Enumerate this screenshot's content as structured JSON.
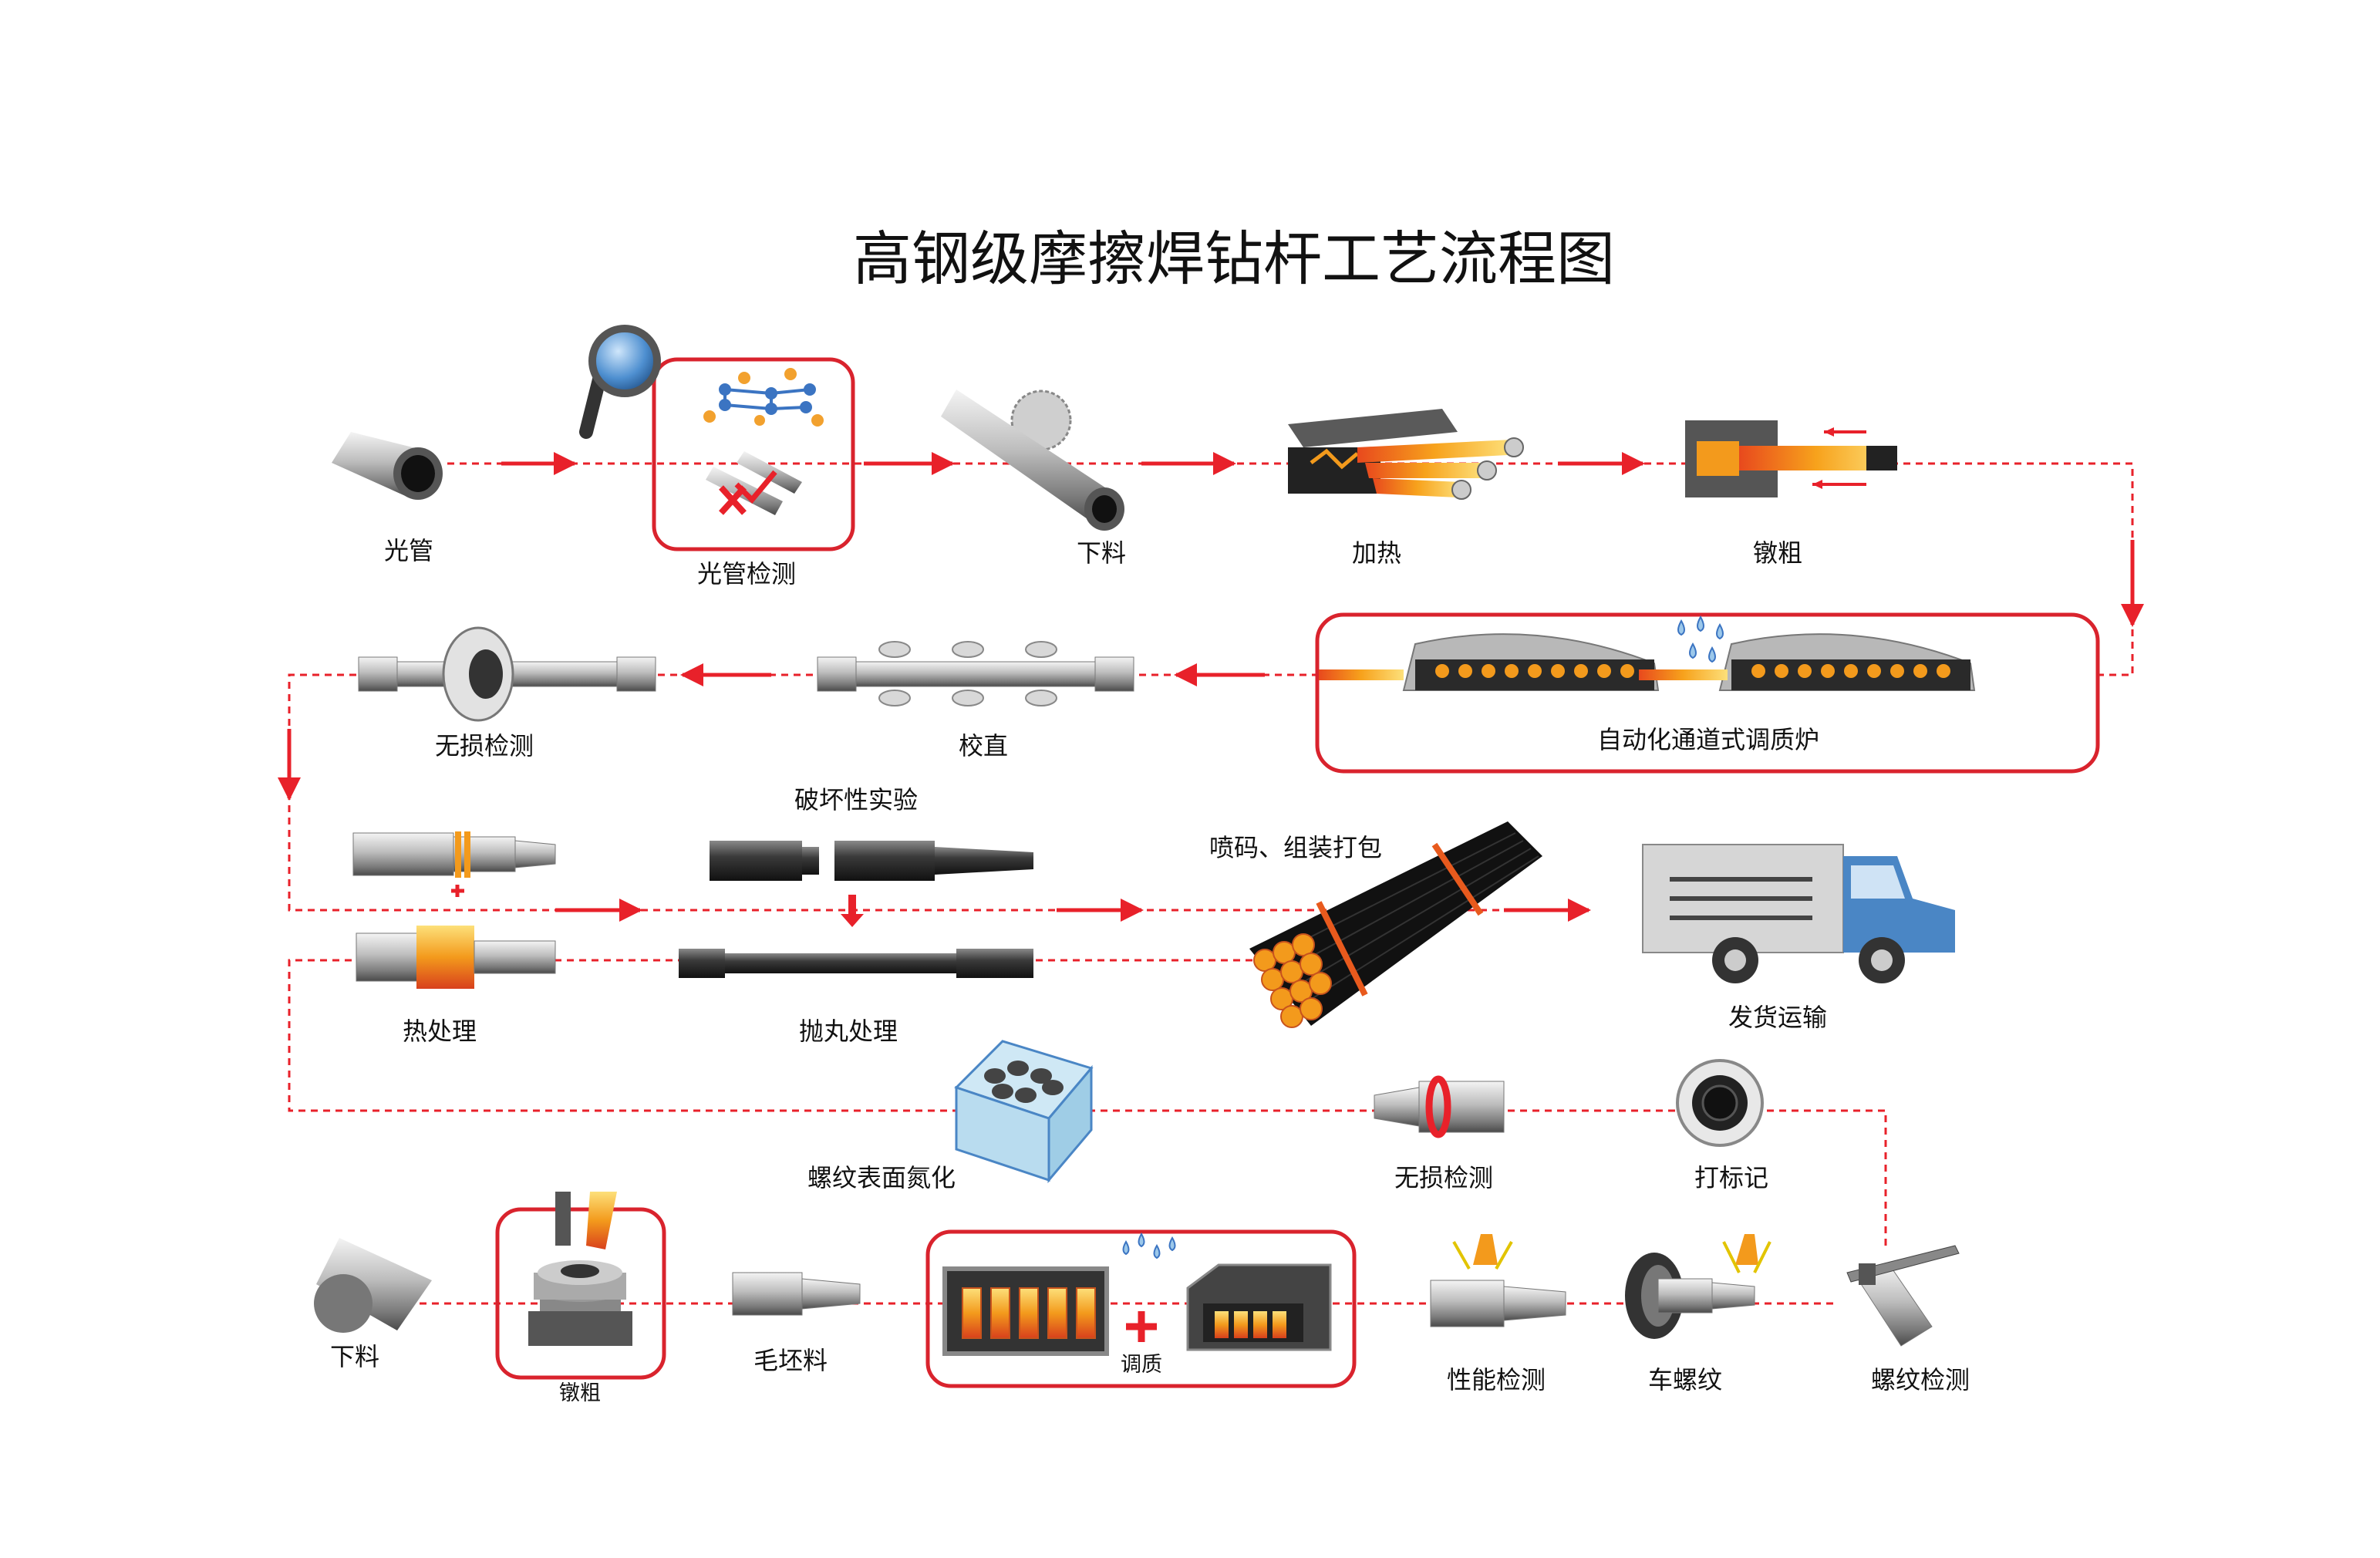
{
  "title": "高钢级摩擦焊钻杆工艺流程图",
  "colors": {
    "flow_line": "#e8212a",
    "frame_border": "#d9232d",
    "pipe_light": "#d9d9d9",
    "pipe_dark": "#3c3c3c",
    "hot": "#f5a623",
    "truck_blue": "#4a86c5"
  },
  "row1": {
    "s1": "光管",
    "s2": "光管检测",
    "s3": "下料",
    "s4": "加热",
    "s5": "镦粗"
  },
  "row2": {
    "s1": "自动化通道式调质炉",
    "s2": "校直",
    "s3": "无损检测"
  },
  "row3": {
    "s1": "热处理",
    "s2_top": "破坏性实验",
    "s2": "抛丸处理",
    "s3": "喷码、组装打包",
    "s4": "发货运输"
  },
  "row4": {
    "s1": "螺纹表面氮化",
    "s2": "无损检测",
    "s3": "打标记"
  },
  "row5": {
    "s1": "下料",
    "s2": "镦粗",
    "s3": "毛坯料",
    "s4": "调质",
    "s5": "性能检测",
    "s6": "车螺纹",
    "s7": "螺纹检测"
  },
  "icons": {
    "pipe": "pipe-icon",
    "magnifier": "magnifier-icon",
    "molecule": "molecule-icon",
    "saw": "saw-icon",
    "furnace": "furnace-icon",
    "upsetter": "upsetting-icon",
    "tunnel_furnace": "tunnel-furnace-icon",
    "water": "water-spray-icon",
    "straightener": "straightening-icon",
    "ndt_ring": "ndt-ring-icon",
    "joint": "tool-joint-icon",
    "bundle": "pipe-bundle-icon",
    "truck": "truck-icon",
    "nitriding_box": "nitriding-box-icon",
    "marking_disc": "marking-disc-icon",
    "bar": "bar-stock-icon",
    "forging_press": "forging-press-icon",
    "blank": "blank-icon",
    "quench": "quench-furnace-icon",
    "lathe": "lathe-icon",
    "gauge": "thread-gauge-icon"
  }
}
